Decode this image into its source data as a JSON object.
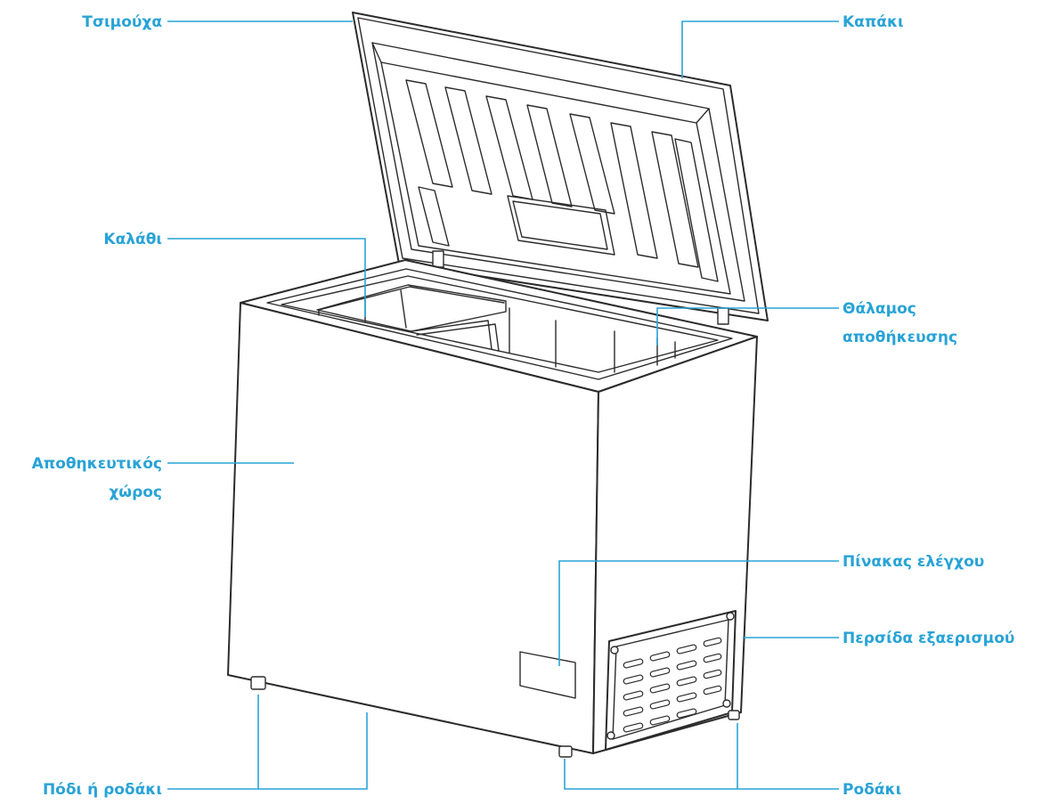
{
  "labels": {
    "gasket": "Τσιμούχα",
    "lid": "Καπάκι",
    "basket": "Καλάθι",
    "chamber_line1": "Θάλαμος",
    "chamber_line2": "αποθήκευσης",
    "storage_line1": "Αποθηκευτικός",
    "storage_line2": "χώρος",
    "control_panel": "Πίνακας ελέγχου",
    "vent_grille": "Περσίδα εξαερισμού",
    "foot_or_wheel": "Πόδι ή ροδάκι",
    "wheel": "Ροδάκι"
  },
  "colors": {
    "label": "#29a3d6",
    "ink": "#2b2b2b"
  }
}
